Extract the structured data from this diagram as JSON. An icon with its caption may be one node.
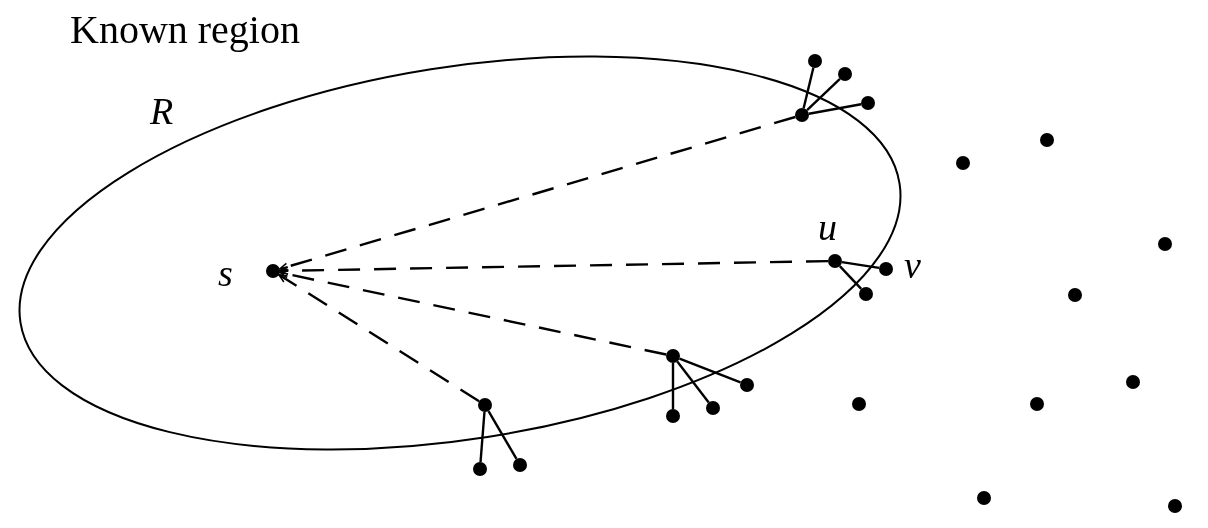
{
  "diagram": {
    "nodes": [
      {
        "text": [
          "Known region",
          "R"
        ]
      },
      {
        "text": [],
        "shape": "circle",
        "beside": [
          "s"
        ],
        "in": 0
      },
      {
        "text": [],
        "shape": "circle"
      },
      {
        "text": [],
        "shape": "circle"
      },
      {
        "text": [],
        "shape": "circle"
      },
      {
        "text": [],
        "shape": "circle",
        "in": 0
      },
      {
        "text": [],
        "shape": "circle"
      },
      {
        "text": [],
        "shape": "circle"
      },
      {
        "text": [],
        "shape": "circle"
      },
      {
        "text": [],
        "shape": "circle",
        "beside": [
          "u"
        ],
        "in": 0
      },
      {
        "text": [],
        "shape": "circle",
        "beside": [
          "v"
        ]
      },
      {
        "text": [],
        "shape": "circle"
      },
      {
        "text": [],
        "shape": "circle"
      },
      {
        "text": [],
        "shape": "circle",
        "in": 0
      },
      {
        "text": [],
        "shape": "circle"
      },
      {
        "text": [],
        "shape": "circle"
      },
      {
        "text": [],
        "shape": "circle"
      },
      {
        "text": [],
        "shape": "circle"
      },
      {
        "text": [],
        "shape": "circle",
        "in": 0
      },
      {
        "text": [],
        "shape": "circle"
      },
      {
        "text": [],
        "shape": "circle"
      },
      {
        "text": [],
        "shape": "circle"
      },
      {
        "text": [],
        "shape": "circle"
      },
      {
        "text": [],
        "shape": "circle"
      },
      {
        "text": [],
        "shape": "circle"
      }
    ],
    "edges": [
      {
        "from": 5,
        "to": 1,
        "arrow": "to",
        "style": "dashed"
      },
      {
        "from": 9,
        "to": 1,
        "arrow": "to",
        "style": "dashed"
      },
      {
        "from": 13,
        "to": 1,
        "arrow": "to",
        "style": "dashed"
      },
      {
        "from": 18,
        "to": 1,
        "arrow": "to",
        "style": "dashed"
      },
      {
        "from": 5,
        "to": 2,
        "arrow": "none"
      },
      {
        "from": 5,
        "to": 3,
        "arrow": "none"
      },
      {
        "from": 5,
        "to": 4,
        "arrow": "none"
      },
      {
        "from": 9,
        "to": 10,
        "arrow": "none"
      },
      {
        "from": 9,
        "to": 11,
        "arrow": "none"
      },
      {
        "from": 13,
        "to": 20,
        "arrow": "none"
      },
      {
        "from": 13,
        "to": 19,
        "arrow": "none"
      },
      {
        "from": 13,
        "to": 15,
        "arrow": "none"
      },
      {
        "from": 18,
        "to": 22,
        "arrow": "none"
      },
      {
        "from": 18,
        "to": 21,
        "arrow": "none"
      }
    ]
  }
}
